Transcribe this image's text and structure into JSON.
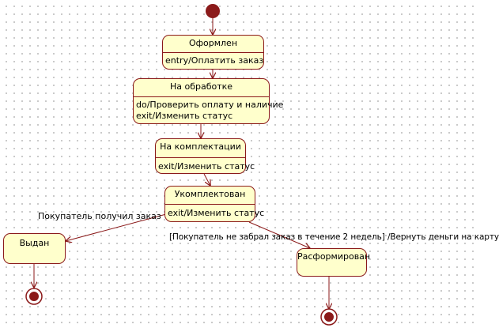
{
  "diagram": {
    "states": {
      "oformlen": {
        "name": "Оформлен",
        "actions": [
          "entry/Оплатить заказ"
        ]
      },
      "na_obrabotke": {
        "name": "На обработке",
        "actions": [
          "do/Проверить оплату и наличие",
          "exit/Изменить статус"
        ]
      },
      "na_komplektatsii": {
        "name": "На комплектации",
        "actions": [
          "exit/Изменить статус"
        ]
      },
      "ukomplektovan": {
        "name": "Укомплектован",
        "actions": [
          "exit/Изменить статус"
        ]
      },
      "vydan": {
        "name": "Выдан"
      },
      "rasformirovan": {
        "name": "Расформирован"
      }
    },
    "transitions": {
      "picked_up": "Покупатель получил заказ",
      "not_picked_up": "[Покупатель не забрал заказ в течение 2 недель] /Вернуть деньги на карту"
    },
    "colors": {
      "line": "#8b1a1a",
      "state_fill": "#ffffcc",
      "initial": "#8b1a1a"
    }
  }
}
